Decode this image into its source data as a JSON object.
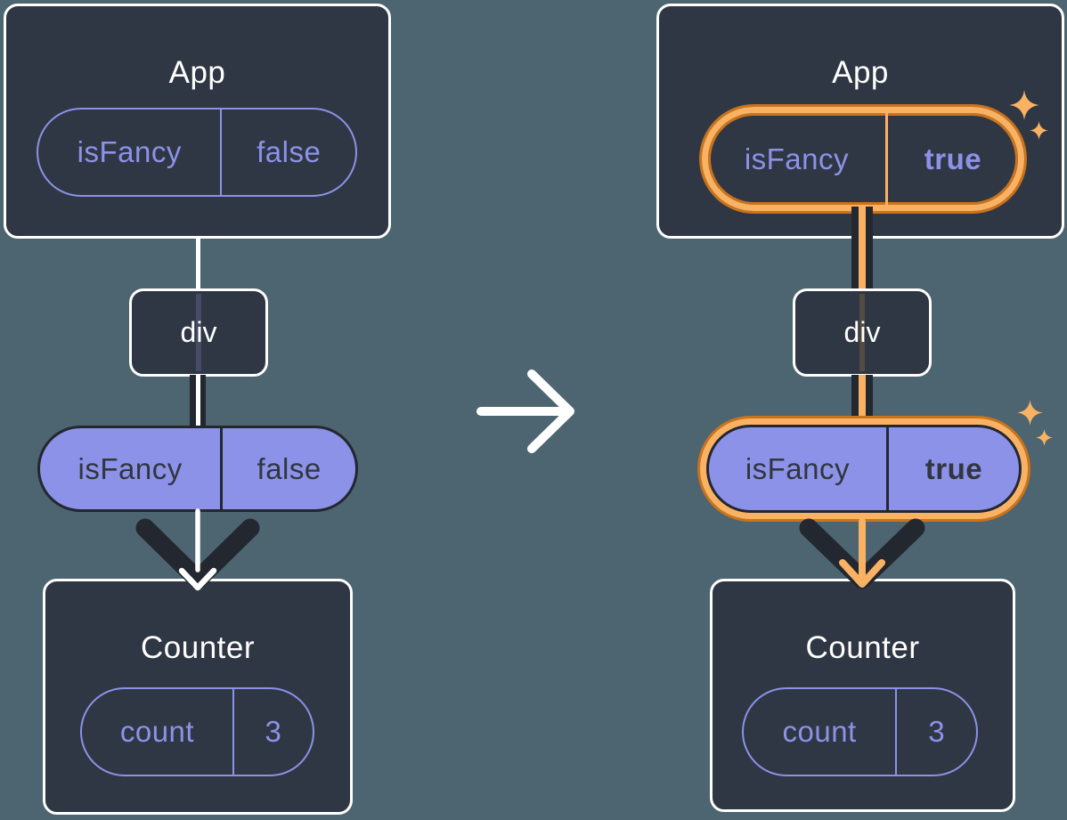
{
  "colors": {
    "background": "#4c6570",
    "panel": "#303744",
    "panel_border": "#ffffff",
    "purple": "#8b92e8",
    "dark": "#23272f",
    "orange": "#f9b263",
    "orange_dark": "#c8731d"
  },
  "left_tree": {
    "app": {
      "title": "App",
      "pill": {
        "name": "isFancy",
        "value": "false"
      }
    },
    "div_node": {
      "label": "div"
    },
    "prop_pill": {
      "name": "isFancy",
      "value": "false"
    },
    "counter": {
      "title": "Counter",
      "pill": {
        "name": "count",
        "value": "3"
      }
    }
  },
  "right_tree": {
    "app": {
      "title": "App",
      "pill": {
        "name": "isFancy",
        "value": "true"
      }
    },
    "div_node": {
      "label": "div"
    },
    "prop_pill": {
      "name": "isFancy",
      "value": "true"
    },
    "counter": {
      "title": "Counter",
      "pill": {
        "name": "count",
        "value": "3"
      }
    }
  },
  "icons": {
    "middle": "arrow-right-icon",
    "left_arrow": "arrow-down-icon",
    "right_arrow": "arrow-down-icon",
    "sparkles": "sparkle-icon"
  }
}
